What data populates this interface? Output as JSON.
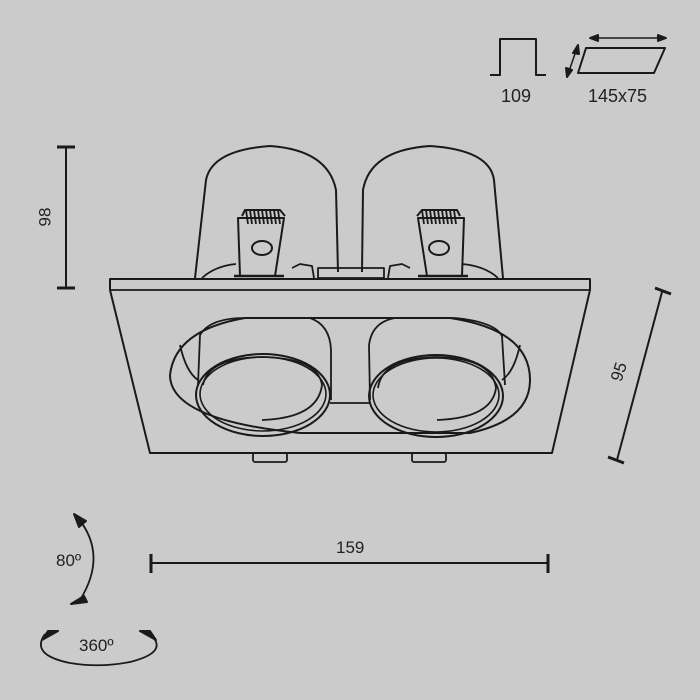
{
  "drawing": {
    "subject": "Double recessed spotlight (two adjustable round heads in rectangular trim)",
    "background_color": "#cbcbcb",
    "line_color": "#1a1a1a"
  },
  "cutout": {
    "round_label": "109",
    "rect_label": "145x75",
    "icons": [
      "cutout-depth-icon",
      "cutout-rectangle-icon"
    ]
  },
  "dimensions": {
    "height": "98",
    "depth": "95",
    "width": "159"
  },
  "rotation": {
    "tilt": "80º",
    "swivel": "360º"
  }
}
